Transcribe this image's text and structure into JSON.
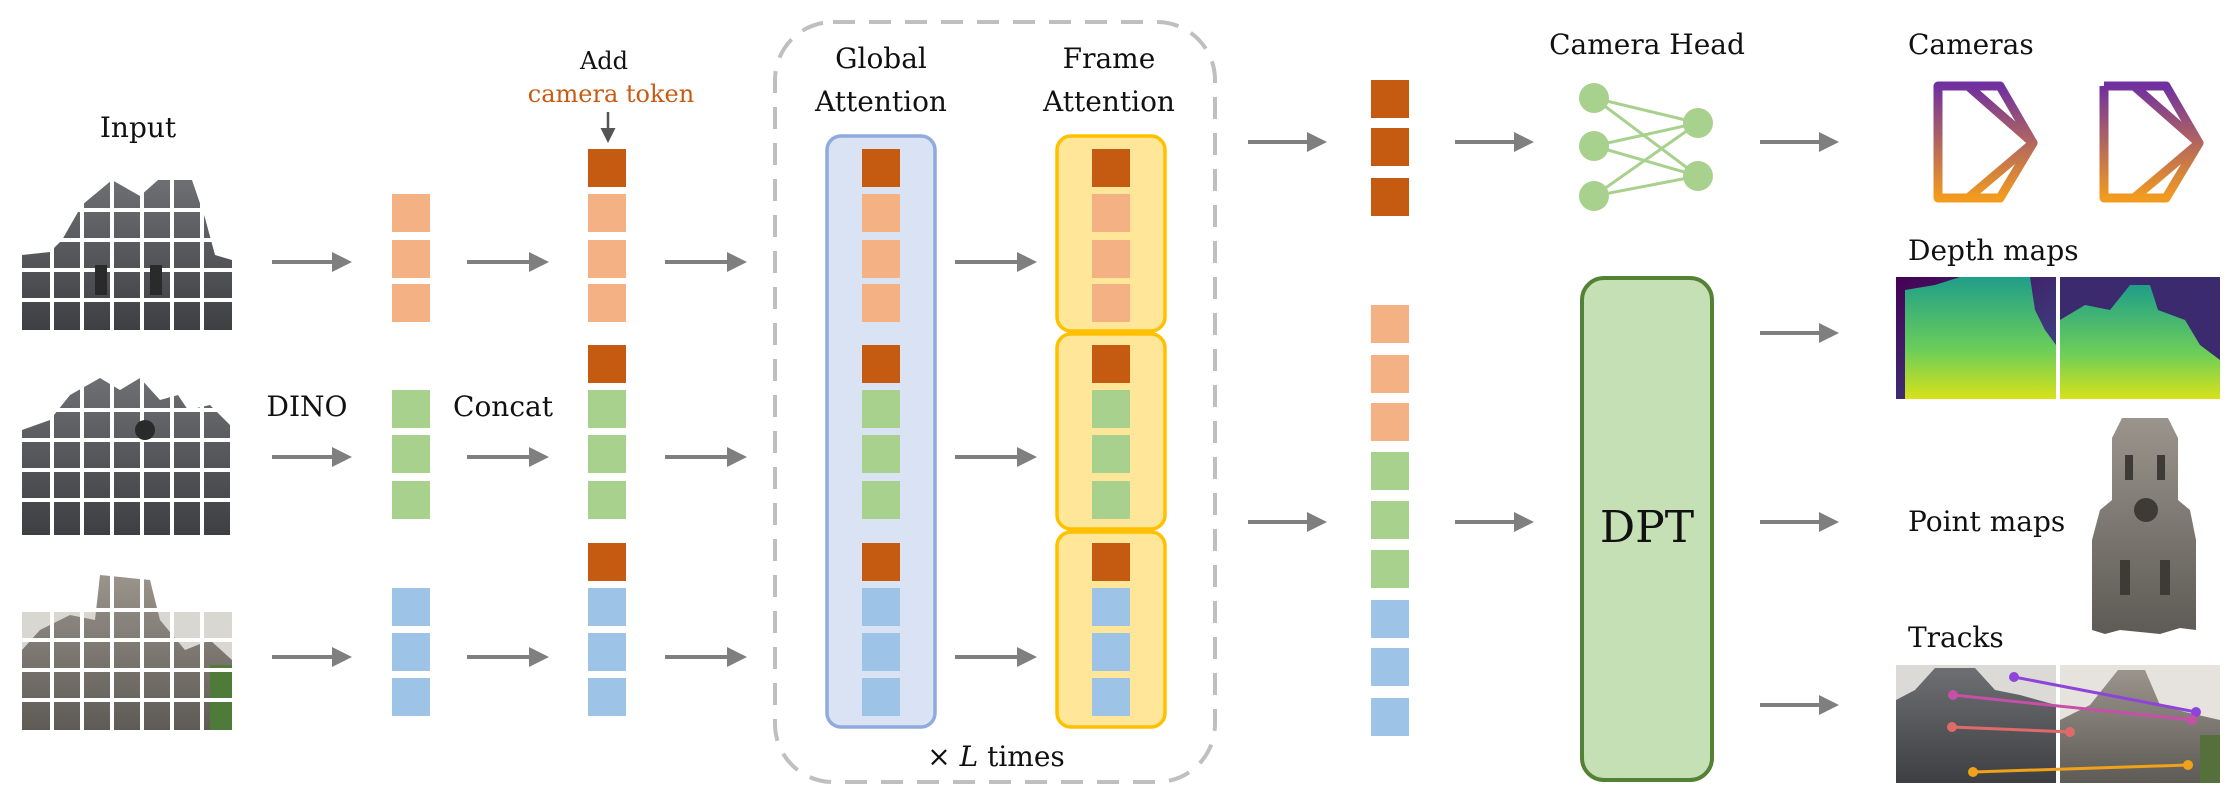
{
  "labels": {
    "input": "Input",
    "dino": "DINO",
    "concat": "Concat",
    "add": "Add",
    "camera_token": "camera token",
    "global_attention_line1": "Global",
    "global_attention_line2": "Attention",
    "frame_attention_line1": "Frame",
    "frame_attention_line2": "Attention",
    "times_prefix": "×",
    "times_var": "L",
    "times_suffix": "times",
    "camera_head": "Camera Head",
    "dpt": "DPT",
    "cameras": "Cameras",
    "depth_maps": "Depth maps",
    "point_maps": "Point maps",
    "tracks": "Tracks"
  },
  "colors": {
    "camera_token": "#c55a11",
    "frame1_token": "#f4b183",
    "frame2_token": "#a9d18e",
    "frame3_token": "#9dc3e6",
    "global_box_fill": "#dae3f3",
    "global_box_stroke": "#8faadc",
    "frame_box_fill": "#ffe699",
    "frame_box_stroke": "#ffc000",
    "dpt_fill": "#c5e0b4",
    "dpt_stroke": "#548235",
    "mlp_color": "#a9d18e",
    "arrow": "#7f7f7f",
    "camera_top": "#7030a0",
    "camera_bottom": "#f29b1f",
    "dashed_box": "#bfbfbf"
  }
}
